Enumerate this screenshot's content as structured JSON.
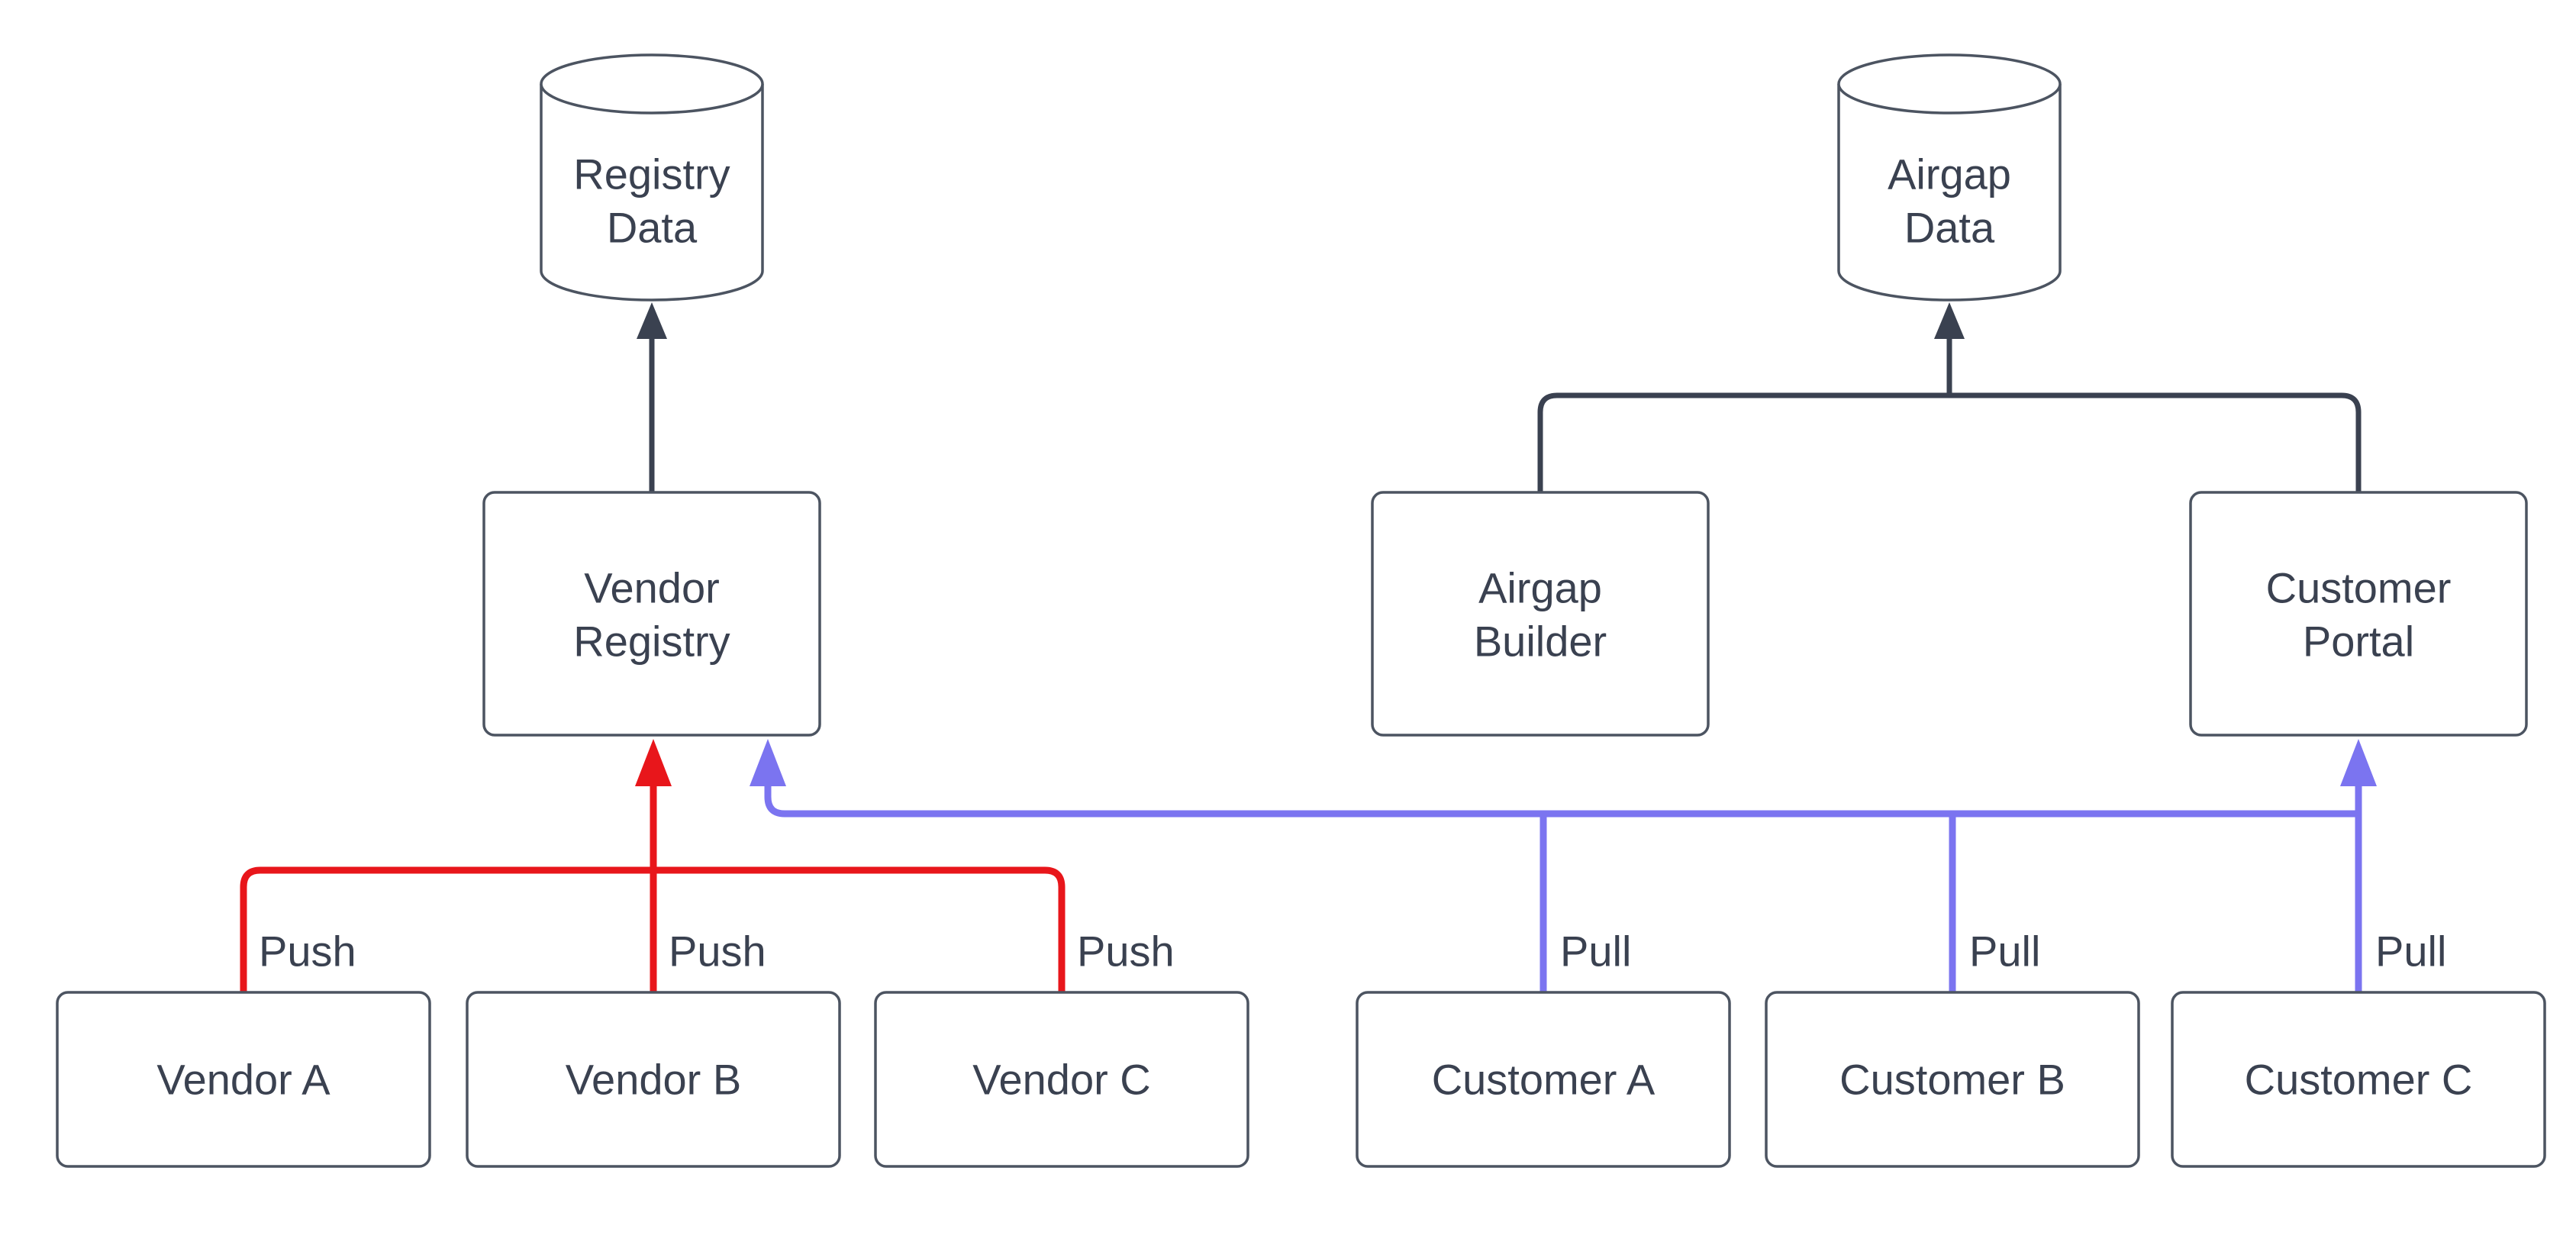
{
  "colors": {
    "background": "#FFFFFF",
    "dark": "#3A4150",
    "node_border": "#4C5461",
    "text": "#3A4150",
    "push_red": "#E8161B",
    "pull_blue": "#7B74F0"
  },
  "nodes": {
    "registry_data": {
      "shape": "cylinder",
      "lines": [
        "Registry",
        "Data"
      ]
    },
    "airgap_data": {
      "shape": "cylinder",
      "lines": [
        "Airgap",
        "Data"
      ]
    },
    "vendor_registry": {
      "shape": "box",
      "lines": [
        "Vendor",
        "Registry"
      ]
    },
    "airgap_builder": {
      "shape": "box",
      "lines": [
        "Airgap",
        "Builder"
      ]
    },
    "customer_portal": {
      "shape": "box",
      "lines": [
        "Customer",
        "Portal"
      ]
    },
    "vendor_a": {
      "shape": "box",
      "label": "Vendor A"
    },
    "vendor_b": {
      "shape": "box",
      "label": "Vendor B"
    },
    "vendor_c": {
      "shape": "box",
      "label": "Vendor C"
    },
    "customer_a": {
      "shape": "box",
      "label": "Customer A"
    },
    "customer_b": {
      "shape": "box",
      "label": "Customer B"
    },
    "customer_c": {
      "shape": "box",
      "label": "Customer C"
    }
  },
  "edges": {
    "vendor_a_push": {
      "label": "Push"
    },
    "vendor_b_push": {
      "label": "Push"
    },
    "vendor_c_push": {
      "label": "Push"
    },
    "customer_a_pull": {
      "label": "Pull"
    },
    "customer_b_pull": {
      "label": "Pull"
    },
    "customer_c_pull": {
      "label": "Pull"
    }
  }
}
